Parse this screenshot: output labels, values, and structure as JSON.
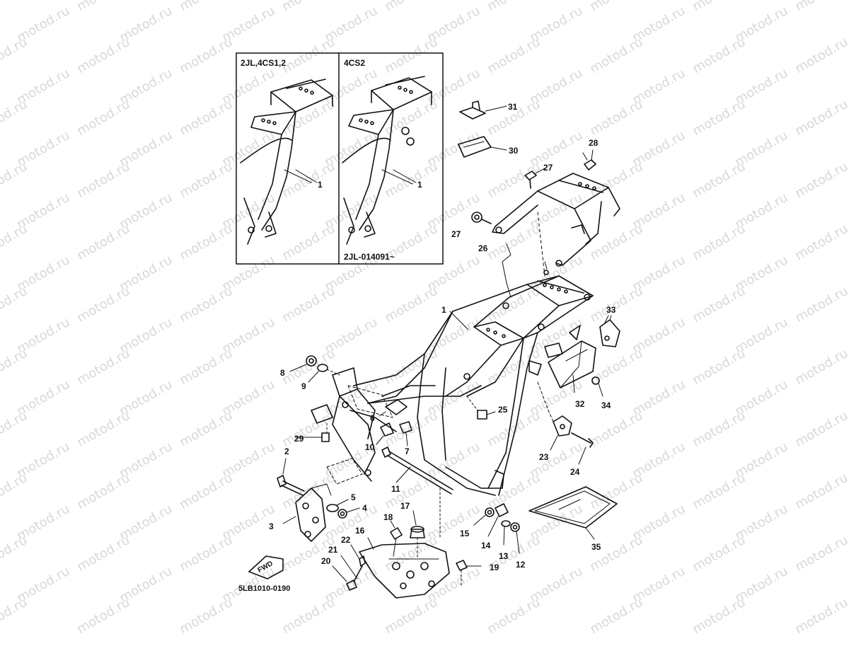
{
  "watermark": "motod.ru",
  "inset": {
    "left_title": "2JL,4CS1,2",
    "right_title": "4CS2",
    "right_note": "2JL-014091~",
    "left_label": "1",
    "right_label": "1"
  },
  "fwd_label": "FWD",
  "diagram_code": "5LB1010-0190",
  "parts": [
    "1",
    "2",
    "3",
    "4",
    "5",
    "6",
    "7",
    "8",
    "9",
    "10",
    "11",
    "12",
    "13",
    "14",
    "15",
    "16",
    "17",
    "18",
    "19",
    "20",
    "21",
    "22",
    "23",
    "24",
    "25",
    "26",
    "27",
    "27",
    "28",
    "29",
    "30",
    "31",
    "32",
    "33",
    "34",
    "35"
  ]
}
